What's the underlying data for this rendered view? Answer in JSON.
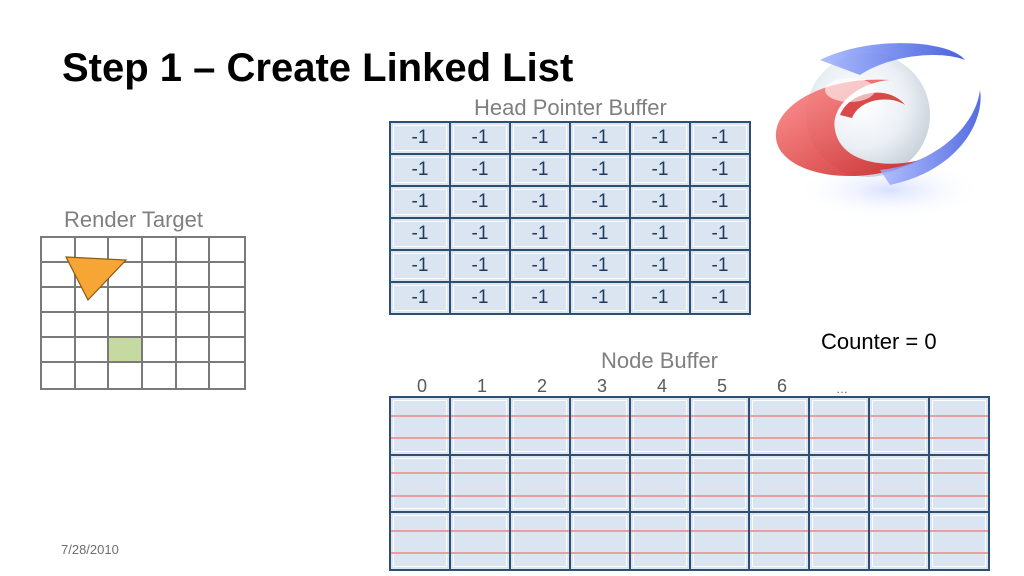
{
  "slide": {
    "title": "Step 1 – Create Linked List",
    "date": "7/28/2010"
  },
  "render_target": {
    "label": "Render Target",
    "rows": 6,
    "cols": 6,
    "filled_cells": [
      [
        4,
        2
      ]
    ],
    "triangle_color": "#f7a535"
  },
  "head_pointer_buffer": {
    "label": "Head Pointer Buffer",
    "rows": [
      [
        "-1",
        "-1",
        "-1",
        "-1",
        "-1",
        "-1"
      ],
      [
        "-1",
        "-1",
        "-1",
        "-1",
        "-1",
        "-1"
      ],
      [
        "-1",
        "-1",
        "-1",
        "-1",
        "-1",
        "-1"
      ],
      [
        "-1",
        "-1",
        "-1",
        "-1",
        "-1",
        "-1"
      ],
      [
        "-1",
        "-1",
        "-1",
        "-1",
        "-1",
        "-1"
      ],
      [
        "-1",
        "-1",
        "-1",
        "-1",
        "-1",
        "-1"
      ]
    ]
  },
  "counter": {
    "text": "Counter = 0"
  },
  "node_buffer": {
    "label": "Node Buffer",
    "indices": [
      "0",
      "1",
      "2",
      "3",
      "4",
      "5",
      "6",
      "…"
    ],
    "rows": 3,
    "cols": 10
  },
  "colors": {
    "grid_border": "#2e4e72",
    "cell_fill": "#dbe5f1",
    "node_line": "#e6a0a0",
    "label_gray": "#7f7f7f"
  }
}
